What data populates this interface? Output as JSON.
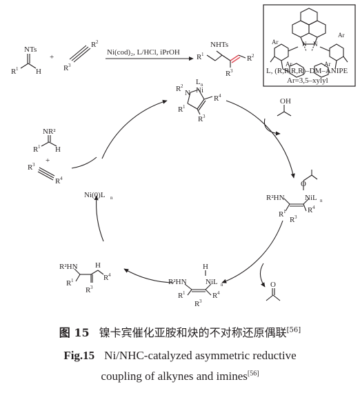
{
  "reaction": {
    "imine_sub": "Ts",
    "imine_r1": "R",
    "imine_r1_sup": "1",
    "imine_h": "H",
    "imine_n": "N",
    "plus": "+",
    "alkyne_r2": "R",
    "alkyne_r2_sup": "2",
    "alkyne_r3": "R",
    "alkyne_r3_sup": "3",
    "conditions": "Ni(cod)₂, L/HCl, iPrOH",
    "product_nhts": "NHTs",
    "product_r1": "R",
    "product_r1_sup": "1",
    "product_r2": "R",
    "product_r2_sup": "2",
    "product_r3": "R",
    "product_r3_sup": "3"
  },
  "ligand_box": {
    "ar_labels": [
      "Ar",
      "Ar",
      "Ar",
      "Ar"
    ],
    "n_labels": [
      "N",
      "N"
    ],
    "name": "L, (R,R,R,R)–DM–ANIPE",
    "ar_def": "Ar=3,5–xylyl"
  },
  "cycle": {
    "top_complex": {
      "ni": "Ni",
      "l": "L",
      "l_sub": "n",
      "n": "N",
      "r2": "R",
      "r2_sup": "2",
      "r1": "R",
      "r1_sup": "1",
      "r3": "R",
      "r3_sup": "3",
      "r4": "R",
      "r4_sup": "4"
    },
    "ipa_oh": "OH",
    "right_complex": {
      "o": "O",
      "r2hn": "R²HN",
      "nil": "NiL",
      "nil_sub": "n",
      "r1": "R",
      "r1_sup": "1",
      "r3": "R",
      "r3_sup": "3",
      "r4": "R",
      "r4_sup": "4"
    },
    "acetone_o": "O",
    "bottom_complex": {
      "h": "H",
      "r2hn": "R²HN",
      "nil": "NiL",
      "nil_sub": "n",
      "r1": "R",
      "r1_sup": "1",
      "r3": "R",
      "r3_sup": "3",
      "r4": "R",
      "r4_sup": "4"
    },
    "product": {
      "r2hn": "R²HN",
      "h": "H",
      "r1": "R",
      "r1_sup": "1",
      "r3": "R",
      "r3_sup": "3",
      "r4": "R",
      "r4_sup": "4"
    },
    "ni0": "Ni(0)L",
    "ni0_sub": "n",
    "left_imine": {
      "nr2": "NR²",
      "r1": "R",
      "r1_sup": "1",
      "h": "H"
    },
    "left_plus": "+",
    "left_alkyne": {
      "r3": "R",
      "r3_sup": "3",
      "r4": "R",
      "r4_sup": "4"
    }
  },
  "caption": {
    "cn_label": "图 15",
    "cn_text": "镍卡宾催化亚胺和炔的不对称还原偶联",
    "cn_ref": "[56]",
    "en_label": "Fig.15",
    "en_line1": "Ni/NHC-catalyzed asymmetric reductive",
    "en_line2": "coupling of alkynes and imines",
    "en_ref": "[56]"
  },
  "colors": {
    "ink": "#231f20",
    "highlight_bond": "#e0505a"
  }
}
